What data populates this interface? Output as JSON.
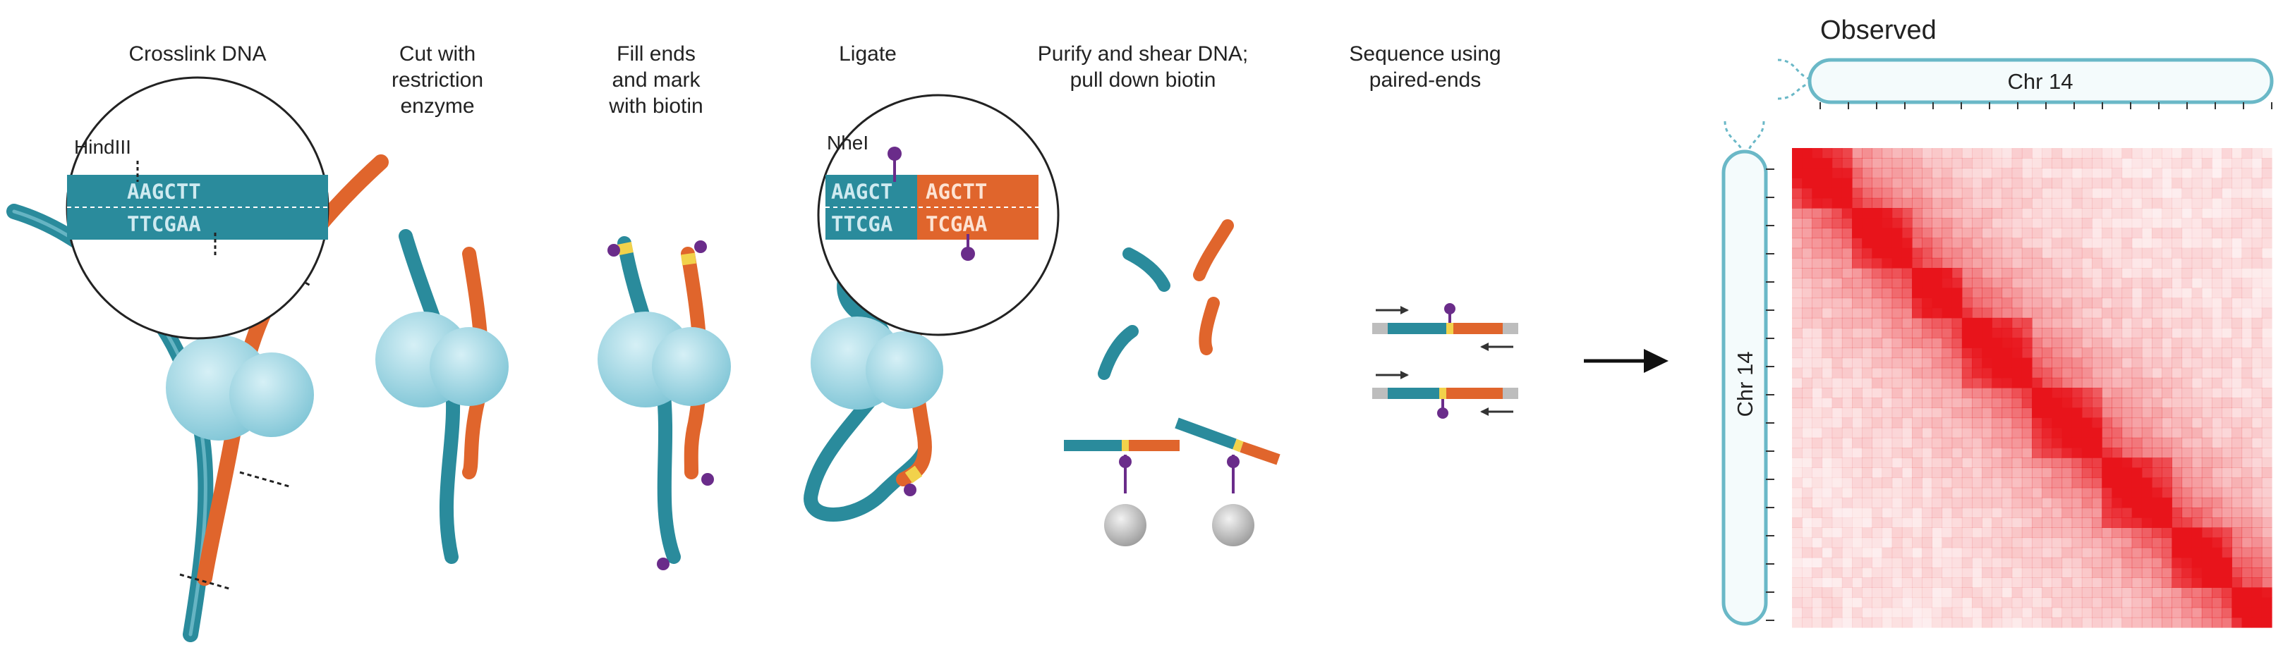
{
  "steps": [
    {
      "label": "Crosslink DNA"
    },
    {
      "label": "Cut with\nrestriction\nenzyme"
    },
    {
      "label": "Fill ends\nand mark\nwith biotin"
    },
    {
      "label": "Ligate"
    },
    {
      "label": "Purify and shear DNA;\npull down biotin"
    },
    {
      "label": "Sequence using\npaired-ends"
    }
  ],
  "crosslink": {
    "enzyme": "HindIII",
    "seq_top": "AAGCTT",
    "seq_bottom": "TTCGAA"
  },
  "ligate": {
    "enzyme": "NheI",
    "seq_top_left": "AAGCT",
    "seq_top_right": "AGCTT",
    "seq_bottom_left": "TTCGA",
    "seq_bottom_right": "TCGAA"
  },
  "heatmap": {
    "title": "Observed",
    "x_chromosome": "Chr 14",
    "y_chromosome": "Chr 14",
    "color": "#e8141b"
  },
  "colors": {
    "teal": "#2a8b9c",
    "orange": "#e0652c",
    "protein": "#9fd6e3",
    "biotin": "#6a2c8a",
    "bead": "#bdbdbd"
  }
}
